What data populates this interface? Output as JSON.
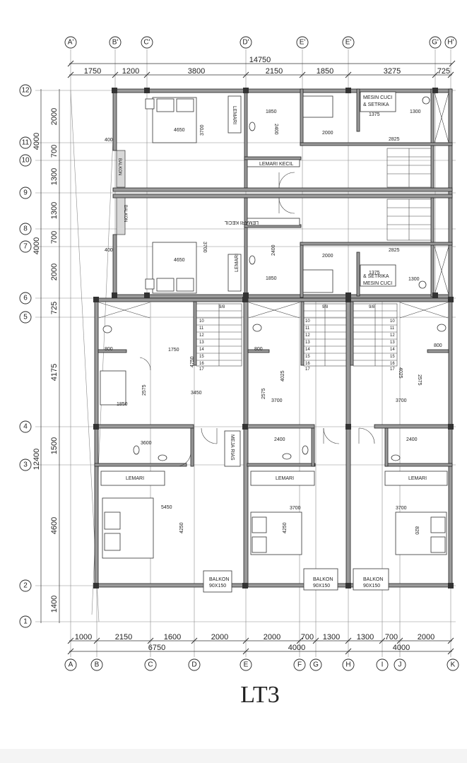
{
  "drawing_title": "LT3",
  "overall_dims": {
    "top_total": "14750",
    "left_total": "12400",
    "left_upper_a": "4000",
    "left_upper_b": "4000"
  },
  "top_segments": [
    "1750",
    "1200",
    "3800",
    "2150",
    "1850",
    "3275",
    "725"
  ],
  "top_axes": [
    "A'",
    "B'",
    "C'",
    "D'",
    "E'",
    "E'",
    "G'",
    "H'"
  ],
  "bottom_segments": [
    "1000",
    "2150",
    "1600",
    "2000",
    "2000",
    "700",
    "1300",
    "1300",
    "700",
    "2000"
  ],
  "bottom_totals": [
    "6750",
    "4000",
    "4000"
  ],
  "bottom_axes": [
    "A",
    "B",
    "C",
    "D",
    "E",
    "F",
    "G",
    "H",
    "I",
    "J",
    "K"
  ],
  "row_axes": [
    "12",
    "11",
    "10",
    "9",
    "8",
    "7",
    "6",
    "5",
    "4",
    "3",
    "2",
    "1"
  ],
  "left_segments": [
    "2000",
    "700",
    "1300",
    "1300",
    "700",
    "2000",
    "725",
    "4175",
    "1500",
    "4600",
    "1400"
  ],
  "room_labels": {
    "lemari": "LEMARI",
    "lemari_kecil": "LEMARI KECIL",
    "mesin_cuci": "MESIN CUCI",
    "setrika": "& SETRIKA",
    "balkon": "BALKON",
    "balkon_size": "90X150",
    "meja_rias": "MEJA RIAS"
  },
  "interior_dims": {
    "d1850": "1850",
    "d2400": "2400",
    "d2000": "2000",
    "d1375": "1375",
    "d1300": "1300",
    "d2825": "2825",
    "d4650": "4650",
    "d3700": "3700",
    "d400": "400",
    "d1750": "1750",
    "d4750": "4750",
    "d3450": "3450",
    "d2575": "2575",
    "d800": "800",
    "d4025": "4025",
    "d3600": "3600",
    "d5450": "5450",
    "d4250": "4250",
    "d820": "820"
  },
  "stair_steps": [
    "10",
    "11",
    "12",
    "13",
    "14",
    "15",
    "16",
    "17"
  ],
  "stair_start": "9/8"
}
